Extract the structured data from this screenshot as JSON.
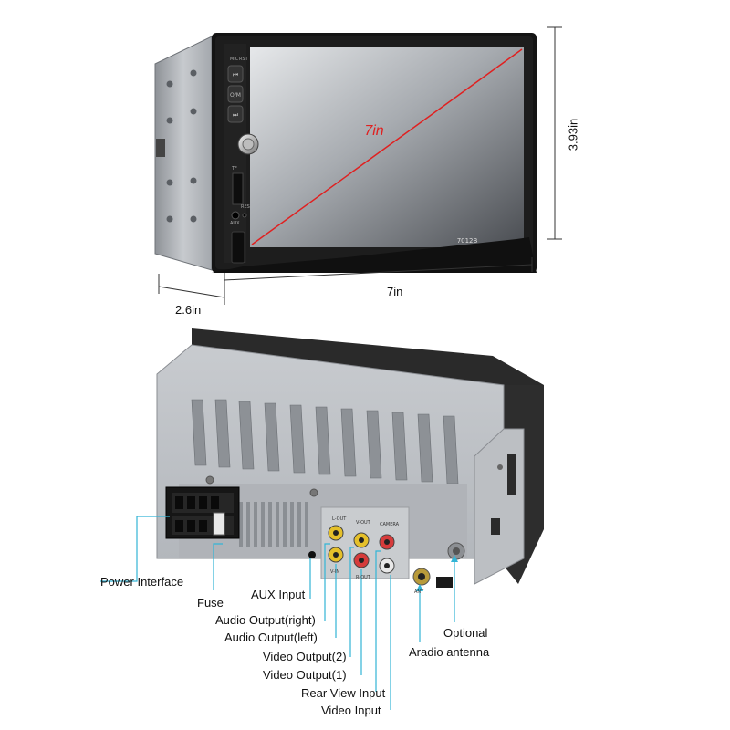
{
  "front_view": {
    "screen_size_label": "7in",
    "model_label": "7012B",
    "panel_labels": {
      "mic": "MIC",
      "rst": "RST",
      "tf": "TF",
      "aux": "AUX",
      "res": "RES"
    }
  },
  "dimensions": {
    "height": "3.93in",
    "width": "7in",
    "depth": "2.6in"
  },
  "rear_view": {
    "port_markings": {
      "audio_out": "L-OUT",
      "video_out": "V-OUT",
      "camera": "CAMERA",
      "video_in": "V-IN",
      "r_out": "R-OUT",
      "antenna": "ANT"
    }
  },
  "callouts": [
    {
      "id": "power-interface",
      "label": "Power Interface"
    },
    {
      "id": "fuse",
      "label": "Fuse"
    },
    {
      "id": "aux-input",
      "label": "AUX Input"
    },
    {
      "id": "audio-output-right",
      "label": "Audio Output(right)"
    },
    {
      "id": "audio-output-left",
      "label": "Audio Output(left)"
    },
    {
      "id": "video-output-2",
      "label": "Video Output(2)"
    },
    {
      "id": "video-output-1",
      "label": "Video Output(1)"
    },
    {
      "id": "rear-view-input",
      "label": "Rear View Input"
    },
    {
      "id": "video-input",
      "label": "Video Input"
    },
    {
      "id": "optional",
      "label": "Optional"
    },
    {
      "id": "aradio-antenna",
      "label": "Aradio antenna"
    }
  ],
  "colors": {
    "callout_line": "#33b5d6",
    "diagonal": "#e02020",
    "screen_label": "#e02020",
    "chassis": "#c9ccd0",
    "bezel": "#111111"
  }
}
